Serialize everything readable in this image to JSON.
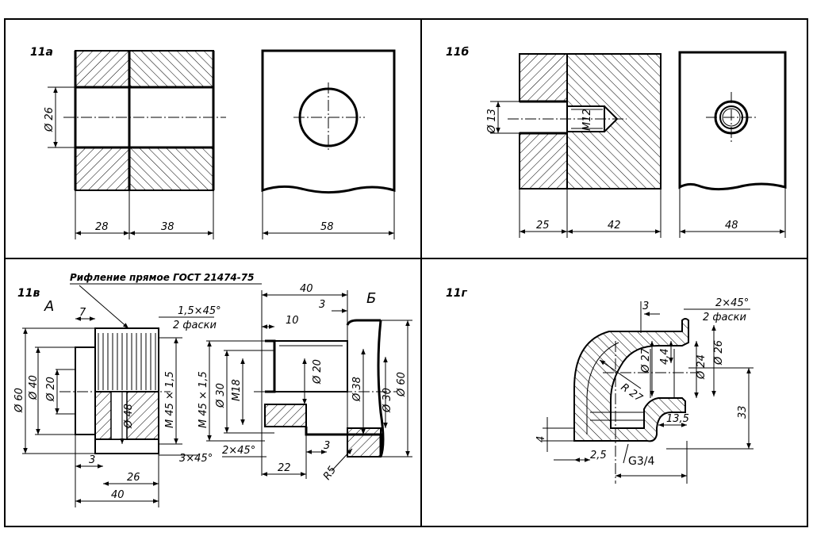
{
  "panels": {
    "a": {
      "label": "11а",
      "dims": {
        "d26": "Ø 26",
        "l28": "28",
        "l38": "38",
        "l58": "58"
      }
    },
    "b": {
      "label": "11б",
      "dims": {
        "d13": "Ø 13",
        "m12": "M12",
        "l25": "25",
        "l42": "42",
        "l48": "48"
      }
    },
    "v": {
      "label": "11в",
      "note": "Рифление прямое ГОСТ 21474-75",
      "view_a": "А",
      "view_b": "Б",
      "dims": {
        "l7": "7",
        "chamfer15": "1,5×45°",
        "chamfers2": "2 фаски",
        "d60": "Ø 60",
        "d40": "Ø 40",
        "d20": "Ø 20",
        "d48": "Ø 48",
        "m45a": "M 45 × 1,5",
        "l3a": "3",
        "chamfer3": "3×45°",
        "l26": "26",
        "l40a": "40",
        "l40b": "40",
        "l3b": "3",
        "l10": "10",
        "m45b": "M 45 × 1,5",
        "d30a": "Ø 30",
        "m18": "M18",
        "d20b": "Ø 20",
        "d38": "Ø 38",
        "d30b": "Ø 30",
        "d60b": "Ø 60",
        "chamfer2": "2×45°",
        "l3c": "3",
        "l22": "22",
        "r5": "R5"
      }
    },
    "g": {
      "label": "11г",
      "dims": {
        "l3": "3",
        "chamfer2": "2×45°",
        "chamfers2": "2 фаски",
        "d27": "Ø 27",
        "l44": "4,4",
        "d24": "Ø 24",
        "d26": "Ø 26",
        "r27": "R 27",
        "l33": "33",
        "l135": "13,5",
        "l4": "4",
        "l25": "2,5",
        "thread": "G3/4"
      }
    }
  }
}
